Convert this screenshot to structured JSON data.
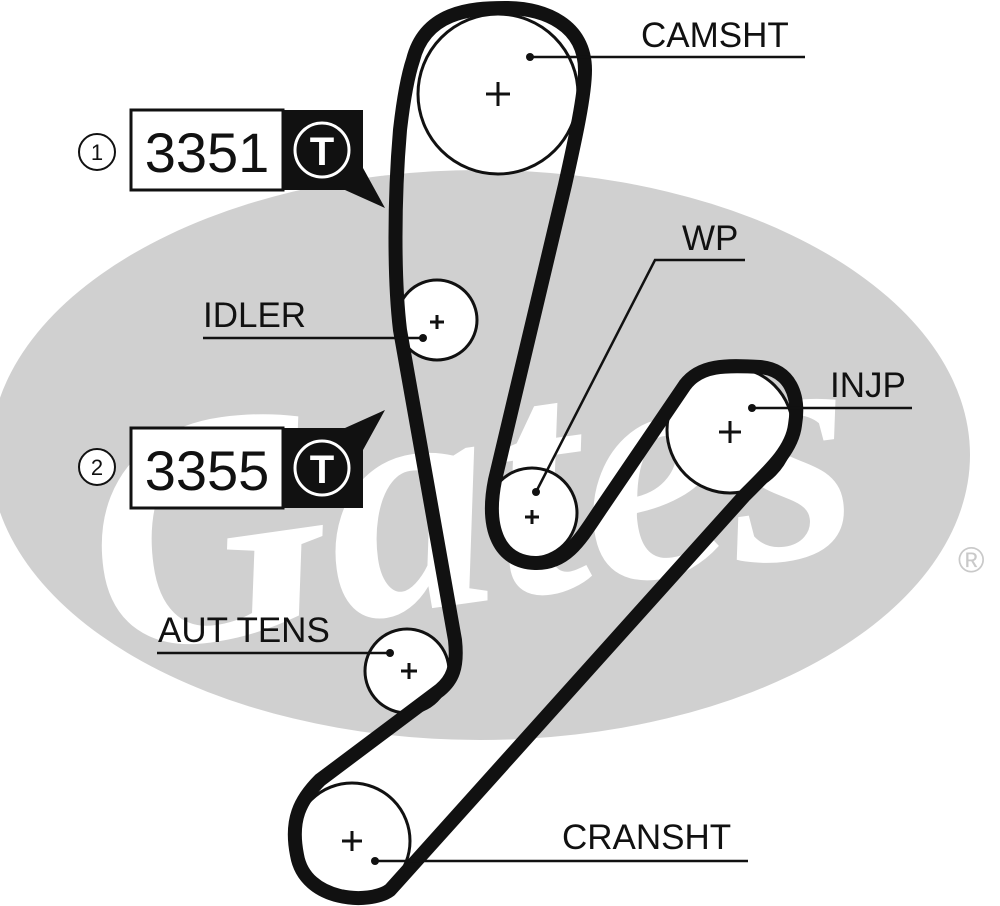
{
  "brand": {
    "logo_text": "Gates",
    "registered_mark": "®"
  },
  "components": {
    "camshaft": "CAMSHT",
    "water_pump": "WP",
    "idler": "IDLER",
    "injection_pump": "INJP",
    "auto_tensioner": "AUT TENS",
    "crankshaft": "CRANSHT"
  },
  "parts": [
    {
      "index": "1",
      "number": "3351",
      "type": "T"
    },
    {
      "index": "2",
      "number": "3355",
      "type": "T"
    }
  ],
  "colors": {
    "logo_gray": "#d0d0d0",
    "ink": "#111111",
    "background": "#ffffff"
  }
}
